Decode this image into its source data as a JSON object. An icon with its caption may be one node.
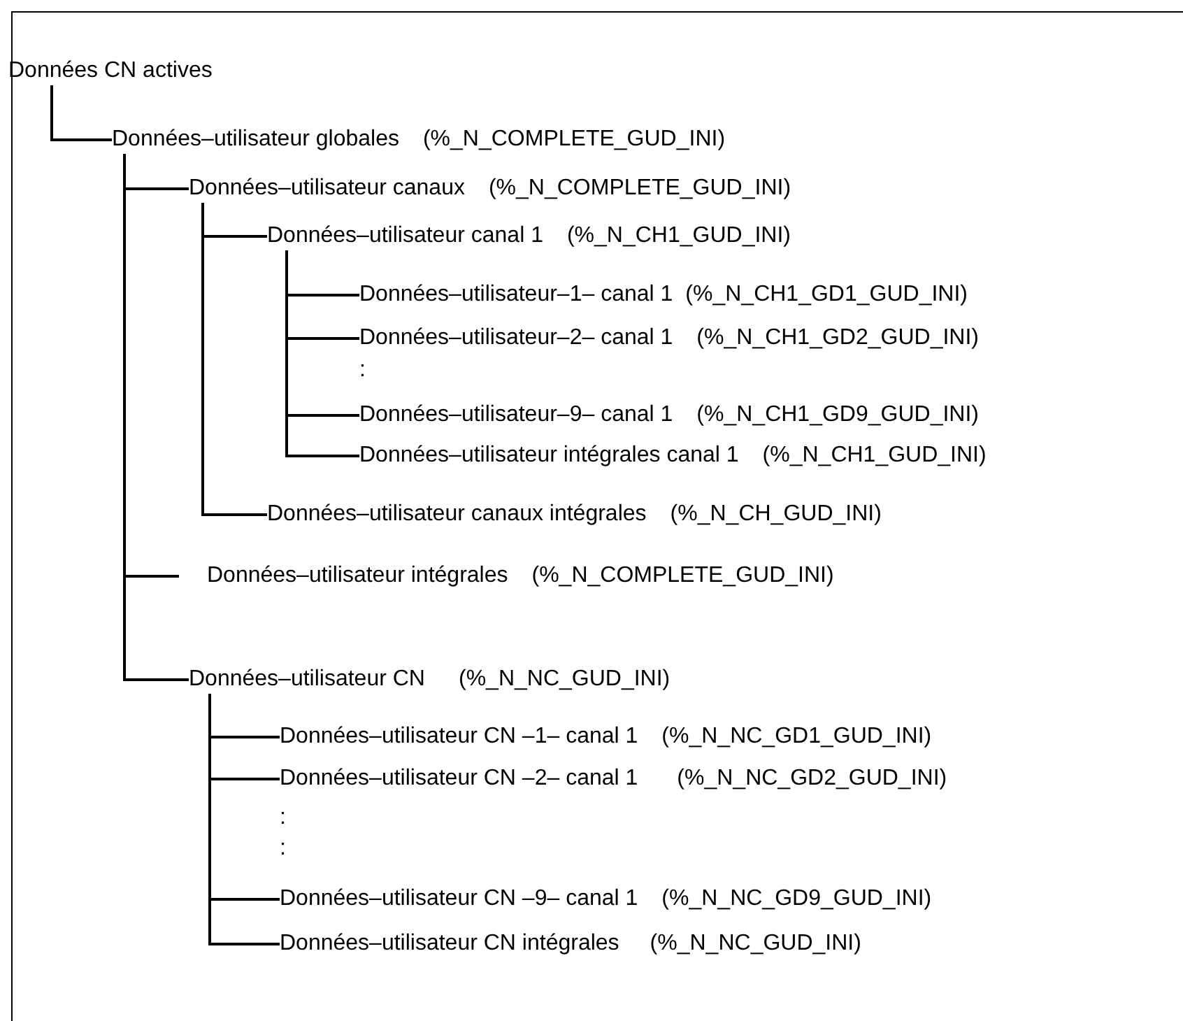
{
  "diagram": {
    "nodes": [
      {
        "text": [
          "Données CN actives"
        ]
      },
      {
        "text": [
          "Données–utilisateur globales",
          "(%_N_COMPLETE_GUD_INI)"
        ]
      },
      {
        "text": [
          "Données–utilisateur canaux",
          "(%_N_COMPLETE_GUD_INI)"
        ]
      },
      {
        "text": [
          "Données–utilisateur canal 1",
          "(%_N_CH1_GUD_INI)"
        ]
      },
      {
        "text": [
          "Données–utilisateur–1– canal 1",
          "(%_N_CH1_GD1_GUD_INI)"
        ]
      },
      {
        "text": [
          "Données–utilisateur–2– canal 1",
          "(%_N_CH1_GD2_GUD_INI)"
        ]
      },
      {
        "text": [
          "Données–utilisateur–9– canal 1",
          "(%_N_CH1_GD9_GUD_INI)"
        ]
      },
      {
        "text": [
          "Données–utilisateur intégrales canal 1",
          "(%_N_CH1_GUD_INI)"
        ]
      },
      {
        "text": [
          "Données–utilisateur canaux intégrales",
          "(%_N_CH_GUD_INI)"
        ]
      },
      {
        "text": [
          "Données–utilisateur intégrales",
          "(%_N_COMPLETE_GUD_INI)"
        ]
      },
      {
        "text": [
          "Données–utilisateur CN",
          "(%_N_NC_GUD_INI)"
        ]
      },
      {
        "text": [
          "Données–utilisateur CN –1– canal 1",
          "(%_N_NC_GD1_GUD_INI)"
        ]
      },
      {
        "text": [
          "Données–utilisateur CN –2– canal 1",
          "(%_N_NC_GD2_GUD_INI)"
        ]
      },
      {
        "text": [
          "Données–utilisateur CN –9– canal 1",
          "(%_N_NC_GD9_GUD_INI)"
        ]
      },
      {
        "text": [
          "Données–utilisateur CN intégrales",
          "(%_N_NC_GUD_INI)"
        ]
      }
    ],
    "edges": [
      {
        "from": 0,
        "to": 1,
        "arrow": "none"
      },
      {
        "from": 1,
        "to": 2,
        "arrow": "none"
      },
      {
        "from": 2,
        "to": 3,
        "arrow": "none"
      },
      {
        "from": 3,
        "to": 4,
        "arrow": "none"
      },
      {
        "from": 3,
        "to": 5,
        "arrow": "none"
      },
      {
        "from": 3,
        "to": 6,
        "arrow": "none"
      },
      {
        "from": 3,
        "to": 7,
        "arrow": "none"
      },
      {
        "from": 2,
        "to": 8,
        "arrow": "none"
      },
      {
        "from": 1,
        "to": 9,
        "arrow": "none"
      },
      {
        "from": 1,
        "to": 10,
        "arrow": "none"
      },
      {
        "from": 10,
        "to": 11,
        "arrow": "none"
      },
      {
        "from": 10,
        "to": 12,
        "arrow": "none"
      },
      {
        "from": 10,
        "to": 13,
        "arrow": "none"
      },
      {
        "from": 10,
        "to": 14,
        "arrow": "none"
      }
    ],
    "labels": [
      ":",
      ":",
      ":"
    ]
  }
}
